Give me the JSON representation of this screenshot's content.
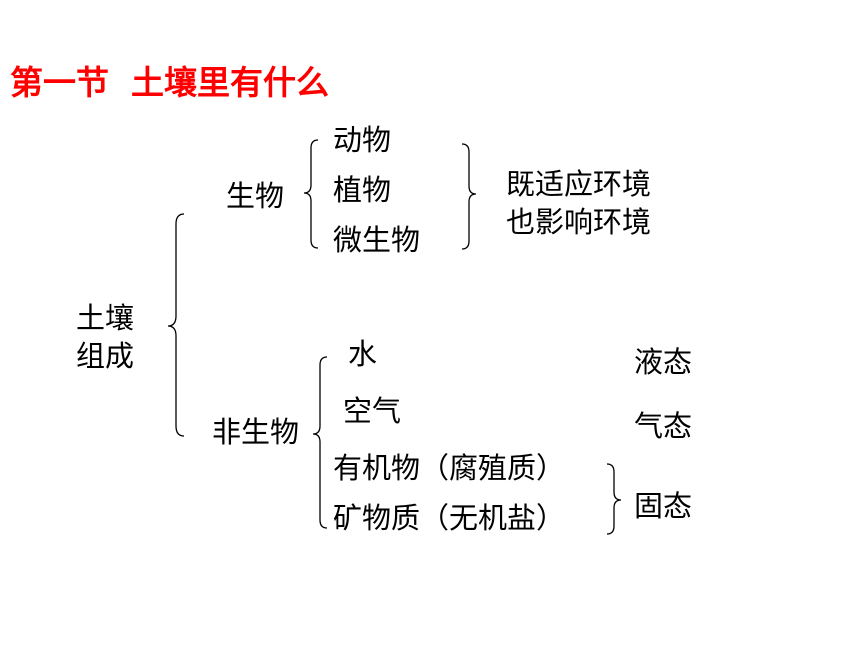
{
  "title": {
    "chapter": "第一节",
    "topic": "土壤里有什么"
  },
  "root": {
    "line1": "土壤",
    "line2": "组成"
  },
  "living": {
    "label": "生物",
    "items": [
      "动物",
      "植物",
      "微生物"
    ],
    "note_line1": "既适应环境",
    "note_line2": "也影响环境"
  },
  "nonliving": {
    "label": "非生物",
    "items": [
      "水",
      "空气",
      "有机物（腐殖质）",
      "矿物质（无机盐）"
    ],
    "states": {
      "liquid": "液态",
      "gas": "气态",
      "solid": "固态"
    }
  },
  "colors": {
    "title": "#ff0000",
    "text": "#000000",
    "background": "#ffffff"
  }
}
